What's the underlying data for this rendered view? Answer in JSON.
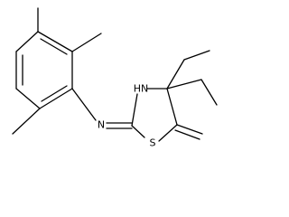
{
  "atoms": {
    "ring_nitrogen": "HN",
    "imine_nitrogen": "N",
    "sulfur": "S"
  },
  "colors": {
    "bond": "#000000",
    "background": "#ffffff"
  }
}
